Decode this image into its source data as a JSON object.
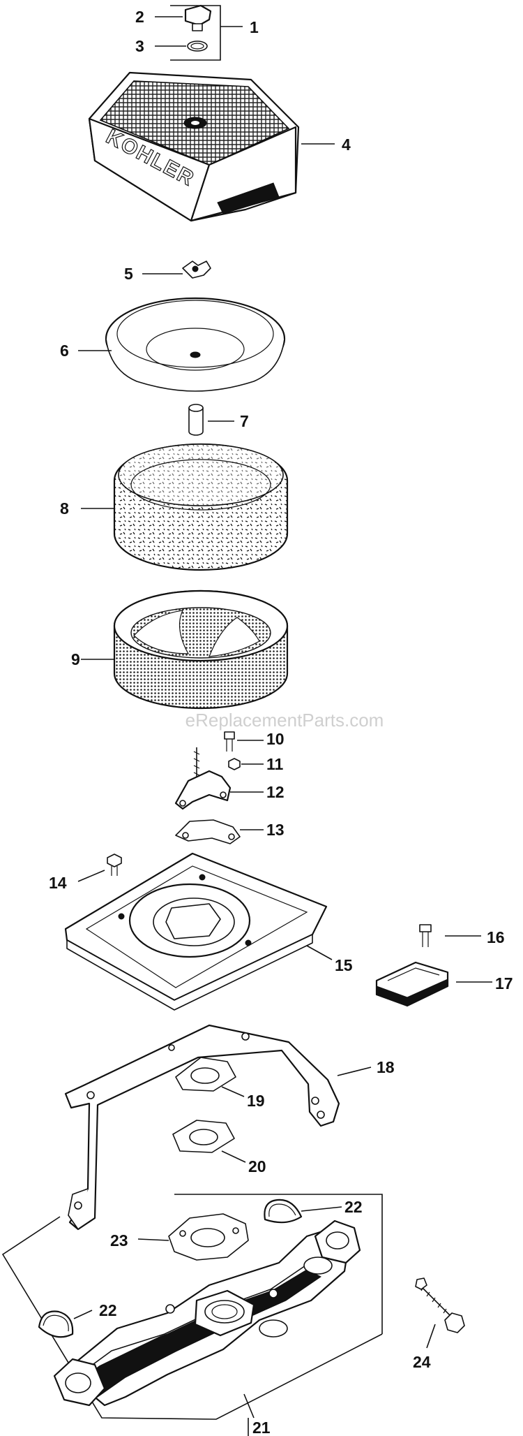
{
  "watermark": "eReplacementParts.com",
  "brand_text": "KOHLER",
  "callouts": [
    "1",
    "2",
    "3",
    "4",
    "5",
    "6",
    "7",
    "8",
    "9",
    "10",
    "11",
    "12",
    "13",
    "14",
    "15",
    "16",
    "17",
    "18",
    "19",
    "20",
    "21",
    "22",
    "22",
    "23",
    "24"
  ]
}
